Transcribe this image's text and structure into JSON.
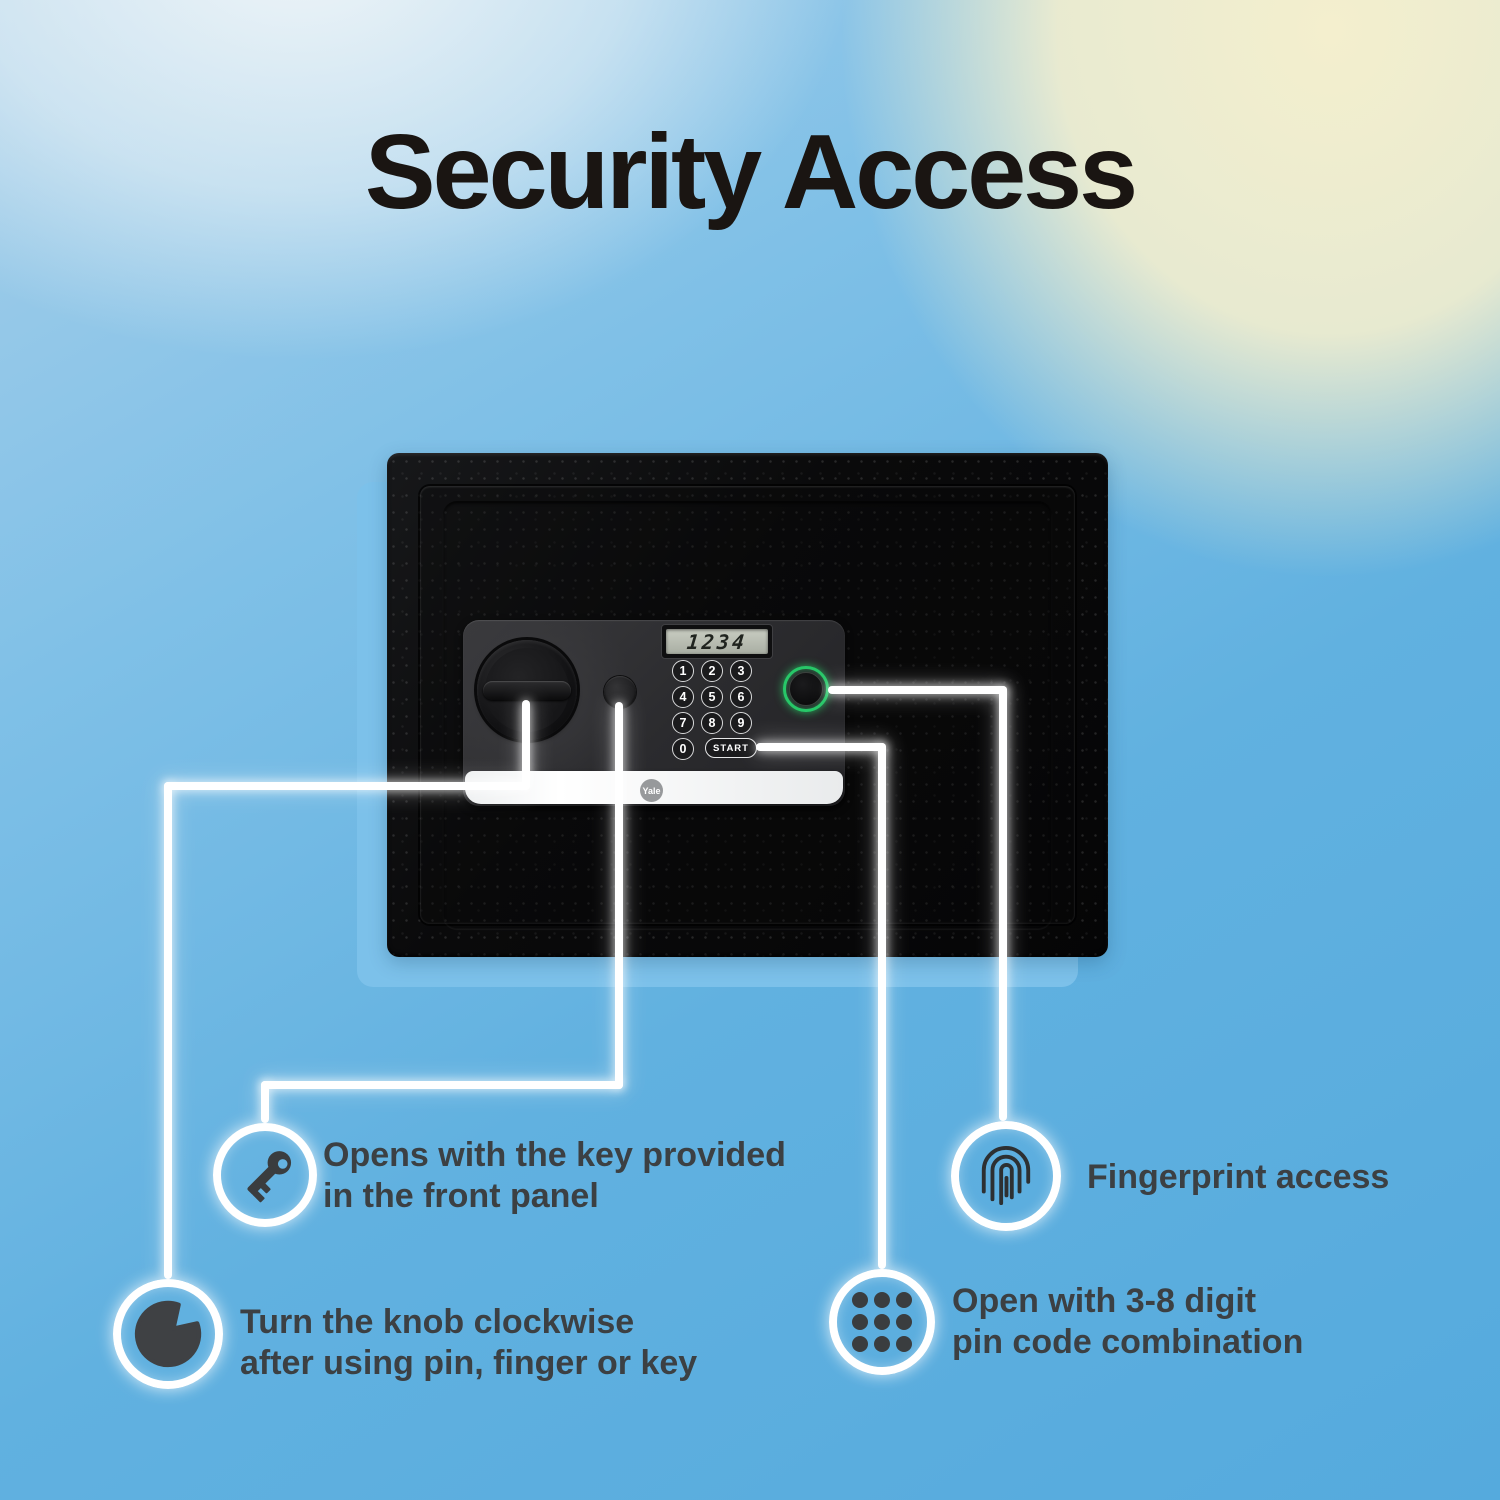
{
  "title": "Security Access",
  "brand": {
    "logo": "Yale"
  },
  "safe": {
    "display_value": "1234",
    "keys": [
      "1",
      "2",
      "3",
      "4",
      "5",
      "6",
      "7",
      "8",
      "9",
      "0"
    ],
    "start_label": "START"
  },
  "callouts": {
    "key": {
      "icon": "key-icon",
      "line1": "Opens with the key provided",
      "line2": "in the front panel"
    },
    "knob": {
      "icon": "knob-icon",
      "line1": "Turn the knob clockwise",
      "line2": "after using pin, finger or key"
    },
    "fingerprint": {
      "icon": "fingerprint-icon",
      "line1": "Fingerprint access",
      "line2": ""
    },
    "pin": {
      "icon": "pin-pad-icon",
      "line1": "Open with 3-8 digit",
      "line2": "pin code combination"
    }
  },
  "colors": {
    "background_blue": "#57abde",
    "background_cream": "#f4efce",
    "backdrop_panel_blue": "#7cc1ea",
    "accent_green": "#27c768",
    "connector_white": "#ffffff",
    "safe_black": "#0a0a0b",
    "text_dark": "#3c4043"
  }
}
